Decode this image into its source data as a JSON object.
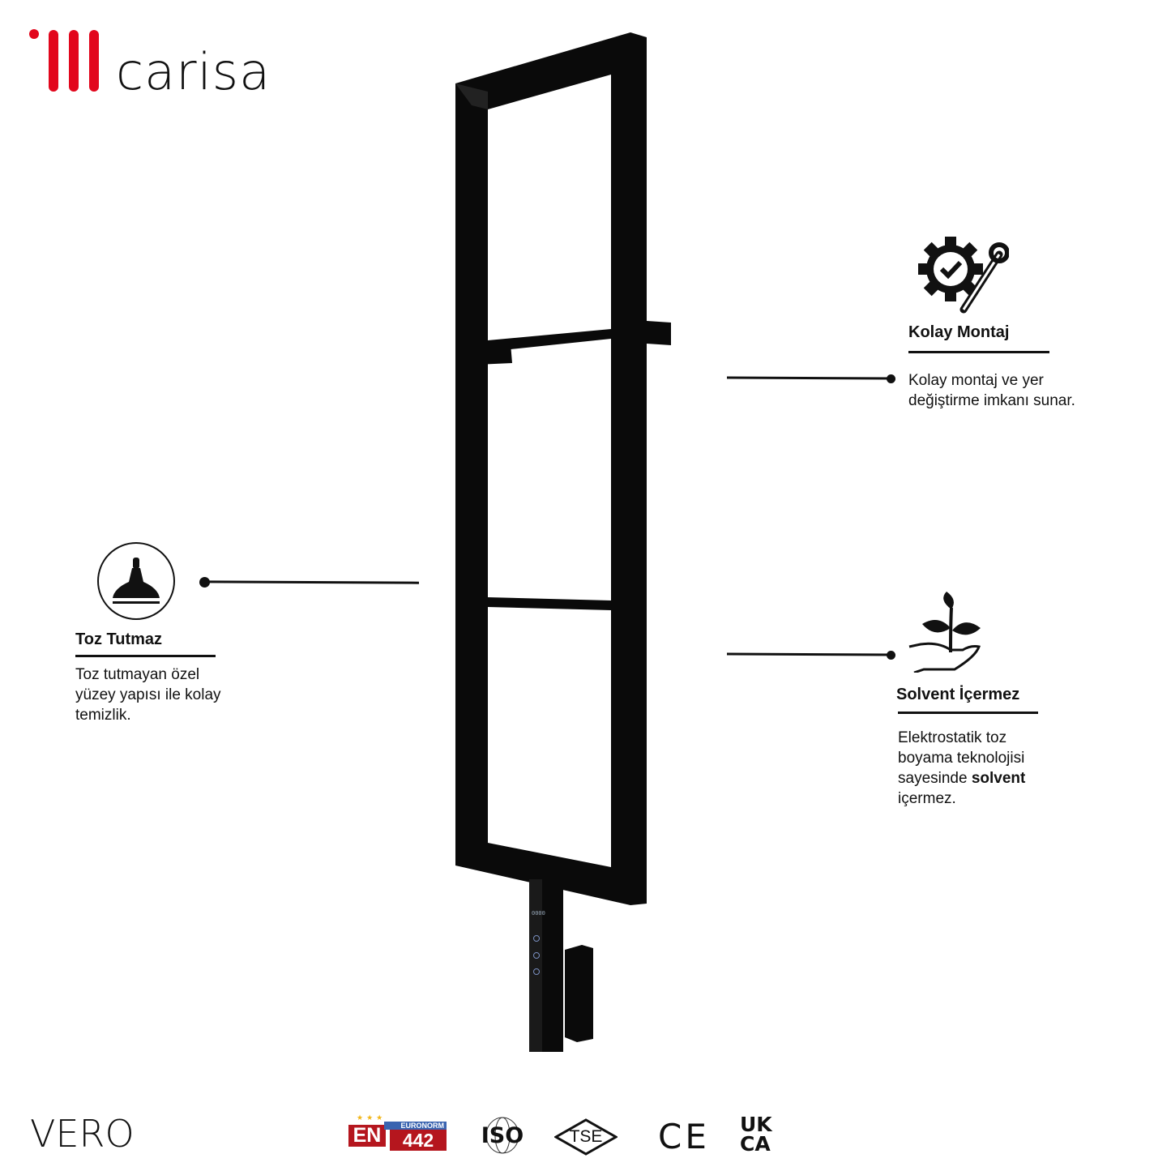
{
  "brand": {
    "name": "carisa",
    "color": "#e2061c"
  },
  "model": "VERO",
  "features": [
    {
      "title": "Kolay Montaj",
      "desc_lines": [
        "Kolay montaj ve yer",
        "değiştirme imkanı sunar."
      ],
      "icon": "gear-wrench-check-icon"
    },
    {
      "title": "Toz Tutmaz",
      "desc_lines": [
        "Toz tutmayan özel",
        "yüzey yapısı ile kolay",
        "temizlik."
      ],
      "icon": "dust-brush-icon"
    },
    {
      "title": "Solvent İçermez",
      "desc_lines": [
        "Elektrostatik toz",
        "boyama teknolojisi"
      ],
      "desc_bold_prefix": "sayesinde ",
      "desc_bold": "solvent",
      "desc_last": "içermez.",
      "icon": "hand-plant-icon"
    }
  ],
  "certifications": {
    "en": {
      "left": "EN",
      "top": "EURONORM",
      "number": "442"
    },
    "iso": "ISO",
    "tse": "TSE",
    "ce": "CE",
    "ukca": [
      "UK",
      "CA"
    ]
  },
  "control_display": "0000"
}
